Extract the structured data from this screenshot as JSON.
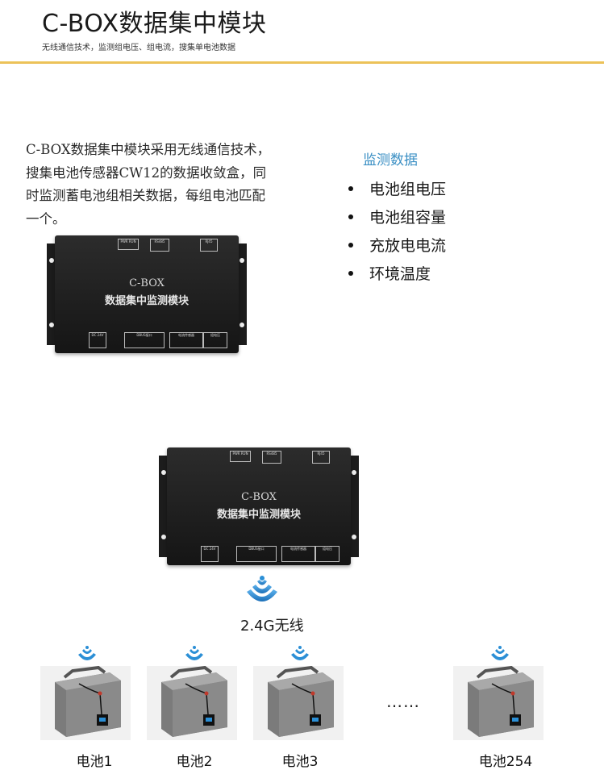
{
  "header": {
    "title": "C-BOX数据集中模块",
    "subtitle": "无线通信技术，监测组电压、组电流，搜集单电池数据"
  },
  "intro": "C-BOX数据集中模块采用无线通信技术，搜集电池传感器CW12的数据收敛盒，同时监测蓄电池组相关数据，每组电池匹配一个。",
  "monitor": {
    "title": "监测数据",
    "items": [
      "电池组电压",
      "电池组容量",
      "充放电电流",
      "环境温度"
    ]
  },
  "device": {
    "name1": "C-BOX",
    "name2": "数据集中监测模块",
    "top_labels": [
      "PWR RUN",
      "RS485",
      "RJ45"
    ],
    "bottom_labels": [
      "DC 24V",
      "DBUS接口",
      "电流传感器",
      "组电压"
    ]
  },
  "wireless_label": "2.4G无线",
  "ellipsis": "……",
  "batteries": [
    {
      "label": "电池1"
    },
    {
      "label": "电池2"
    },
    {
      "label": "电池3"
    },
    {
      "label": "电池254"
    }
  ],
  "colors": {
    "accent_line": "#e6b33a",
    "monitor_title": "#3a8fc4",
    "wifi": "#2b8fd6"
  }
}
